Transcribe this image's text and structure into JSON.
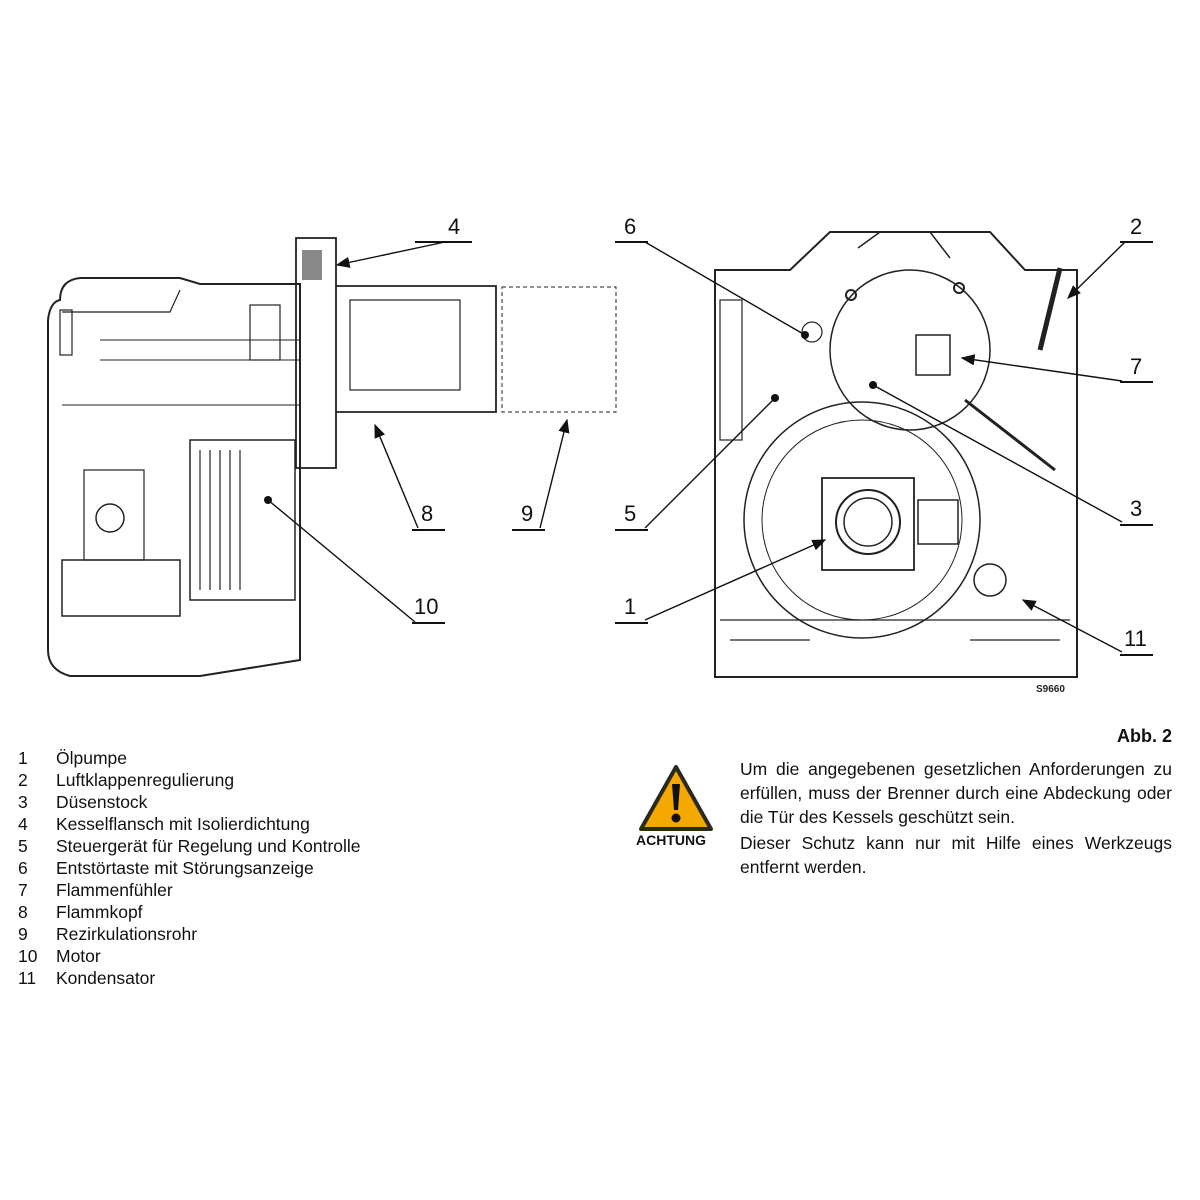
{
  "figure": {
    "caption": "Abb. 2",
    "drawing_code": "S9660",
    "callouts": [
      "1",
      "2",
      "3",
      "4",
      "5",
      "6",
      "7",
      "8",
      "9",
      "10",
      "11"
    ]
  },
  "legend": [
    {
      "num": "1",
      "label": "Ölpumpe"
    },
    {
      "num": "2",
      "label": "Luftklappenregulierung"
    },
    {
      "num": "3",
      "label": "Düsenstock"
    },
    {
      "num": "4",
      "label": "Kesselflansch mit Isolierdichtung"
    },
    {
      "num": "5",
      "label": "Steuergerät für Regelung und Kontrolle"
    },
    {
      "num": "6",
      "label": "Entstörtaste mit Störungsanzeige"
    },
    {
      "num": "7",
      "label": "Flammenfühler"
    },
    {
      "num": "8",
      "label": "Flammkopf"
    },
    {
      "num": "9",
      "label": "Rezirkulationsrohr"
    },
    {
      "num": "10",
      "label": "Motor"
    },
    {
      "num": "11",
      "label": "Kondensator"
    }
  ],
  "warning": {
    "label": "ACHTUNG",
    "icon": "warning-triangle-icon",
    "color": "#f5a800",
    "paragraphs": [
      "Um die angegebenen gesetzlichen Anforderungen zu erfüllen, muss der Brenner durch eine Abdeckung oder die Tür des Kessels geschützt sein.",
      "Dieser Schutz kann nur mit Hilfe eines Werkzeugs entfernt werden."
    ]
  }
}
